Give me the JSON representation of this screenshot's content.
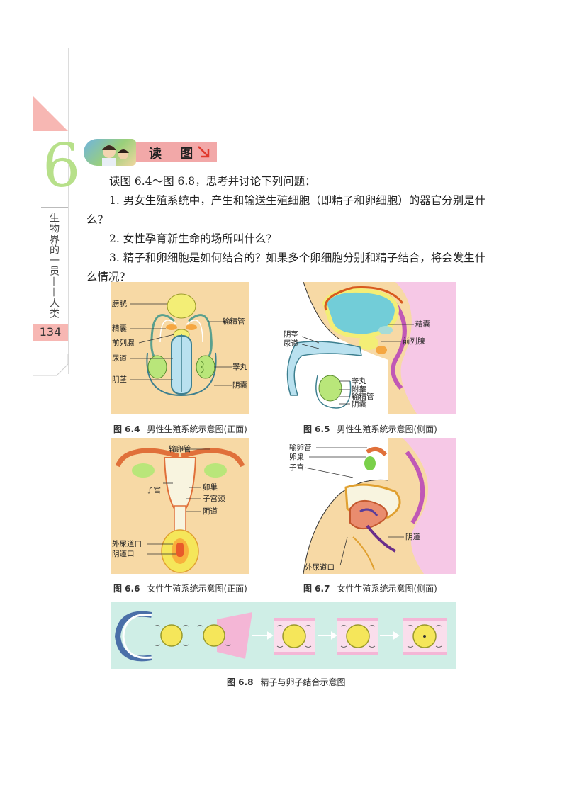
{
  "margin": {
    "chapter_number": "6",
    "chapter_title": "生物界的一员——人类",
    "page_number": "134"
  },
  "banner": {
    "title": "读 图"
  },
  "body": {
    "intro": "读图 6.4～图 6.8，思考并讨论下列问题：",
    "q1": "1. 男女生殖系统中，产生和输送生殖细胞（即精子和卵细胞）的器官分别是什么？",
    "q2": "2. 女性孕育新生命的场所叫什么？",
    "q3": "3. 精子和卵细胞是如何结合的？如果多个卵细胞分别和精子结合，将会发生什么情况？"
  },
  "figures": {
    "fig64": {
      "num": "图 6.4",
      "caption": "男性生殖系统示意图(正面)",
      "labels": {
        "bladder": "膀胱",
        "seminal_vesicle": "精囊",
        "prostate": "前列腺",
        "urethra": "尿道",
        "penis": "阴茎",
        "vas_deferens": "输精管",
        "testis": "睾丸",
        "scrotum": "阴囊"
      }
    },
    "fig65": {
      "num": "图 6.5",
      "caption": "男性生殖系统示意图(侧面)",
      "labels": {
        "penis": "阴茎",
        "urethra": "尿道",
        "seminal_vesicle": "精囊",
        "prostate": "前列腺",
        "testis": "睾丸",
        "epididymis": "附睾",
        "vas_deferens": "输精管",
        "scrotum": "阴囊"
      }
    },
    "fig66": {
      "num": "图 6.6",
      "caption": "女性生殖系统示意图(正面)",
      "labels": {
        "oviduct": "输卵管",
        "uterus": "子宫",
        "ovary": "卵巢",
        "cervix": "子宫颈",
        "vagina": "阴道",
        "urethral_opening": "外尿道口",
        "vaginal_opening": "阴道口"
      }
    },
    "fig67": {
      "num": "图 6.7",
      "caption": "女性生殖系统示意图(侧面)",
      "labels": {
        "oviduct": "输卵管",
        "ovary": "卵巢",
        "uterus": "子宫",
        "vagina": "阴道",
        "urethral_opening": "外尿道口"
      }
    },
    "fig68": {
      "num": "图 6.8",
      "caption": "精子与卵子结合示意图"
    }
  },
  "colors": {
    "accent_pink": "#f2a8a8",
    "chapter_green": "#b7e08a",
    "figure_bg": "#f7d9a5",
    "figure68_bg": "#cfeee6"
  }
}
